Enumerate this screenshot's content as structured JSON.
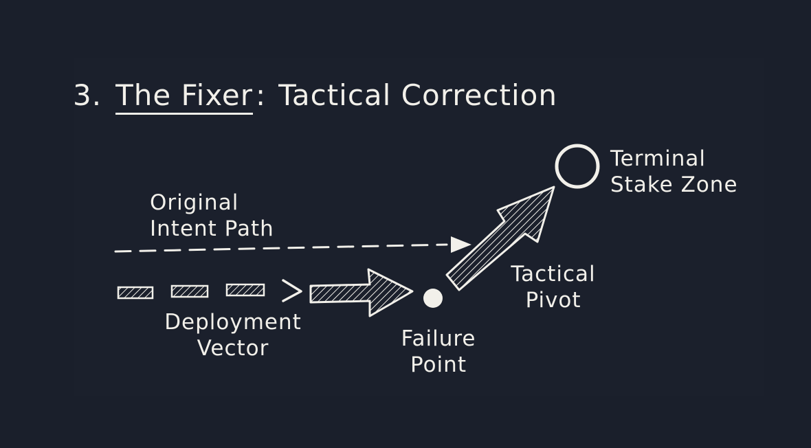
{
  "title": {
    "number": "3.",
    "name": "The Fixer",
    "separator": ":",
    "subtitle": "Tactical Correction"
  },
  "labels": {
    "original_intent": [
      "Original",
      "Intent Path"
    ],
    "deployment_vector": [
      "Deployment",
      "Vector"
    ],
    "failure_point": [
      "Failure",
      "Point"
    ],
    "tactical_pivot": [
      "Tactical",
      "Pivot"
    ],
    "terminal_stake_zone": [
      "Terminal",
      "Stake Zone"
    ]
  },
  "colors": {
    "background": "#1a1f2b",
    "chalk": "#f2f0ea"
  }
}
